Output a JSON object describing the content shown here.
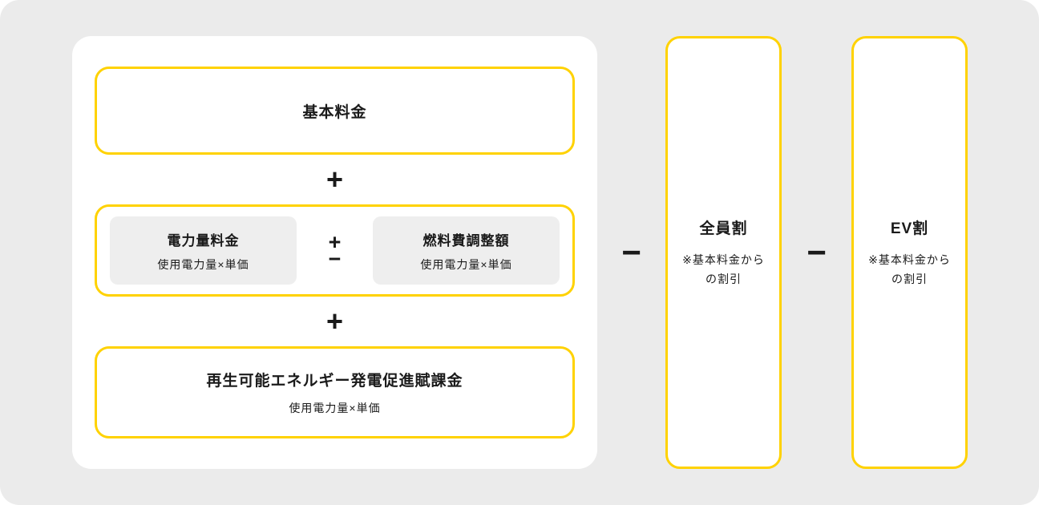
{
  "colors": {
    "page_background": "#ebebeb",
    "panel_background": "#ffffff",
    "accent_border": "#ffd200",
    "inner_box_background": "#eeeeee",
    "text": "#1a1a1a"
  },
  "operators": {
    "plus": "+",
    "minus": "−",
    "plus_minus_top": "+",
    "plus_minus_bottom": "−"
  },
  "panel": {
    "basic_fee": {
      "label": "基本料金"
    },
    "energy_fee": {
      "label": "電力量料金",
      "sub": "使用電力量×単価"
    },
    "fuel_adjustment": {
      "label": "燃料費調整額",
      "sub": "使用電力量×単価"
    },
    "renewable": {
      "label": "再生可能エネルギー発電促進賦課金",
      "sub": "使用電力量×単価"
    }
  },
  "discounts": [
    {
      "label": "全員割",
      "note": "※基本料金から\nの割引"
    },
    {
      "label": "EV割",
      "note": "※基本料金から\nの割引"
    }
  ]
}
